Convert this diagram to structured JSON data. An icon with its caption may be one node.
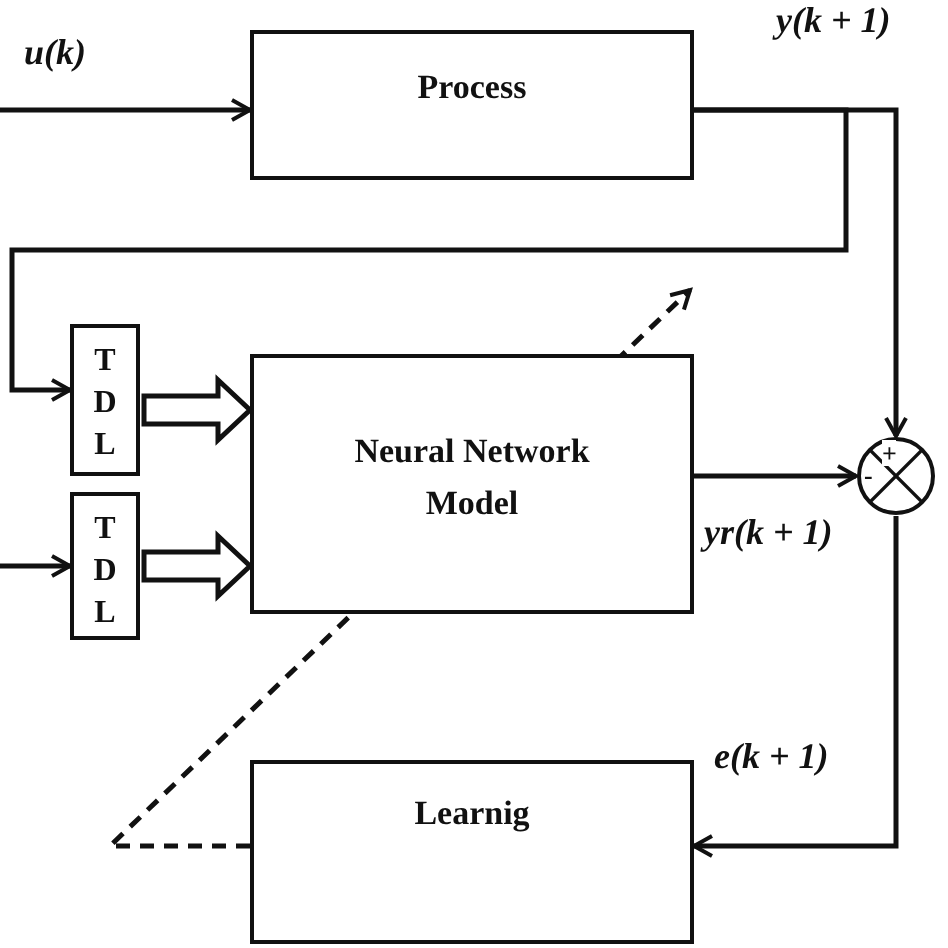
{
  "diagram": {
    "nodes": [
      {
        "text": [
          "Process"
        ]
      },
      {
        "text": [
          "T D L"
        ]
      },
      {
        "text": [
          "T D L"
        ]
      },
      {
        "text": [
          "Neural Network Model"
        ]
      },
      {
        "text": [
          "+",
          "-"
        ]
      },
      {
        "text": [
          "Learnig"
        ]
      }
    ],
    "edges": [
      {
        "from": null,
        "to": 0,
        "arrow": "to",
        "label": "u(k)"
      },
      {
        "from": 0,
        "to": 1,
        "arrow": "to"
      },
      {
        "from": 0,
        "to": 4,
        "arrow": "to",
        "label": "y(k + 1)"
      },
      {
        "from": null,
        "to": 2,
        "arrow": "to"
      },
      {
        "from": 1,
        "to": 3,
        "arrow": "to",
        "style": "thick"
      },
      {
        "from": 2,
        "to": 3,
        "arrow": "to",
        "style": "thick"
      },
      {
        "from": 3,
        "to": 4,
        "arrow": "to",
        "label": "yr(k + 1)"
      },
      {
        "from": 4,
        "to": 5,
        "arrow": "to",
        "label": "e(k + 1)"
      },
      {
        "from": 5,
        "to": null,
        "arrow": "to",
        "style": "dashed"
      }
    ]
  }
}
